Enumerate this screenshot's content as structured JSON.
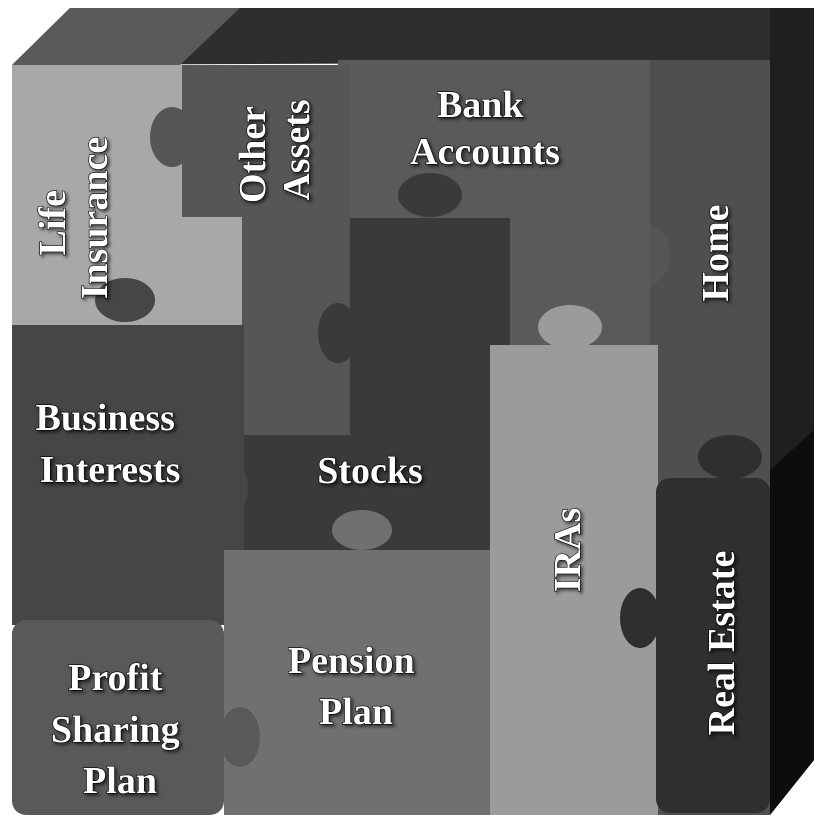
{
  "pieces": {
    "life_insurance": [
      "Life",
      "Insurance"
    ],
    "other_assets": [
      "Other",
      "Assets"
    ],
    "bank_accounts": [
      "Bank",
      "Accounts"
    ],
    "home": [
      "Home"
    ],
    "business_interests": [
      "Business",
      "Interests"
    ],
    "stocks": [
      "Stocks"
    ],
    "iras": [
      "IRAs"
    ],
    "real_estate": [
      "Real Estate"
    ],
    "profit_sharing_plan": [
      "Profit",
      "Sharing",
      "Plan"
    ],
    "pension_plan": [
      "Pension",
      "Plan"
    ]
  }
}
